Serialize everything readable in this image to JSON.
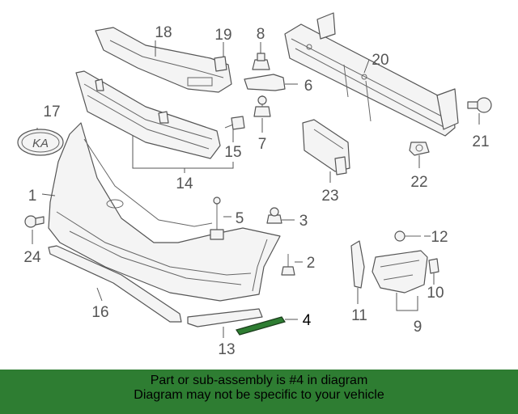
{
  "callouts": [
    "1",
    "2",
    "3",
    "4",
    "5",
    "6",
    "7",
    "8",
    "9",
    "10",
    "11",
    "12",
    "13",
    "14",
    "15",
    "16",
    "17",
    "18",
    "19",
    "20",
    "21",
    "22",
    "23",
    "24"
  ],
  "highlighted_part": "4",
  "emblem_text": "KA",
  "banner": {
    "line1": "Part or sub-assembly is #4 in diagram",
    "line2": "Diagram may not be specific to your vehicle"
  },
  "colors": {
    "highlight": "#2e7d32",
    "banner_background": "#2e7d32"
  }
}
